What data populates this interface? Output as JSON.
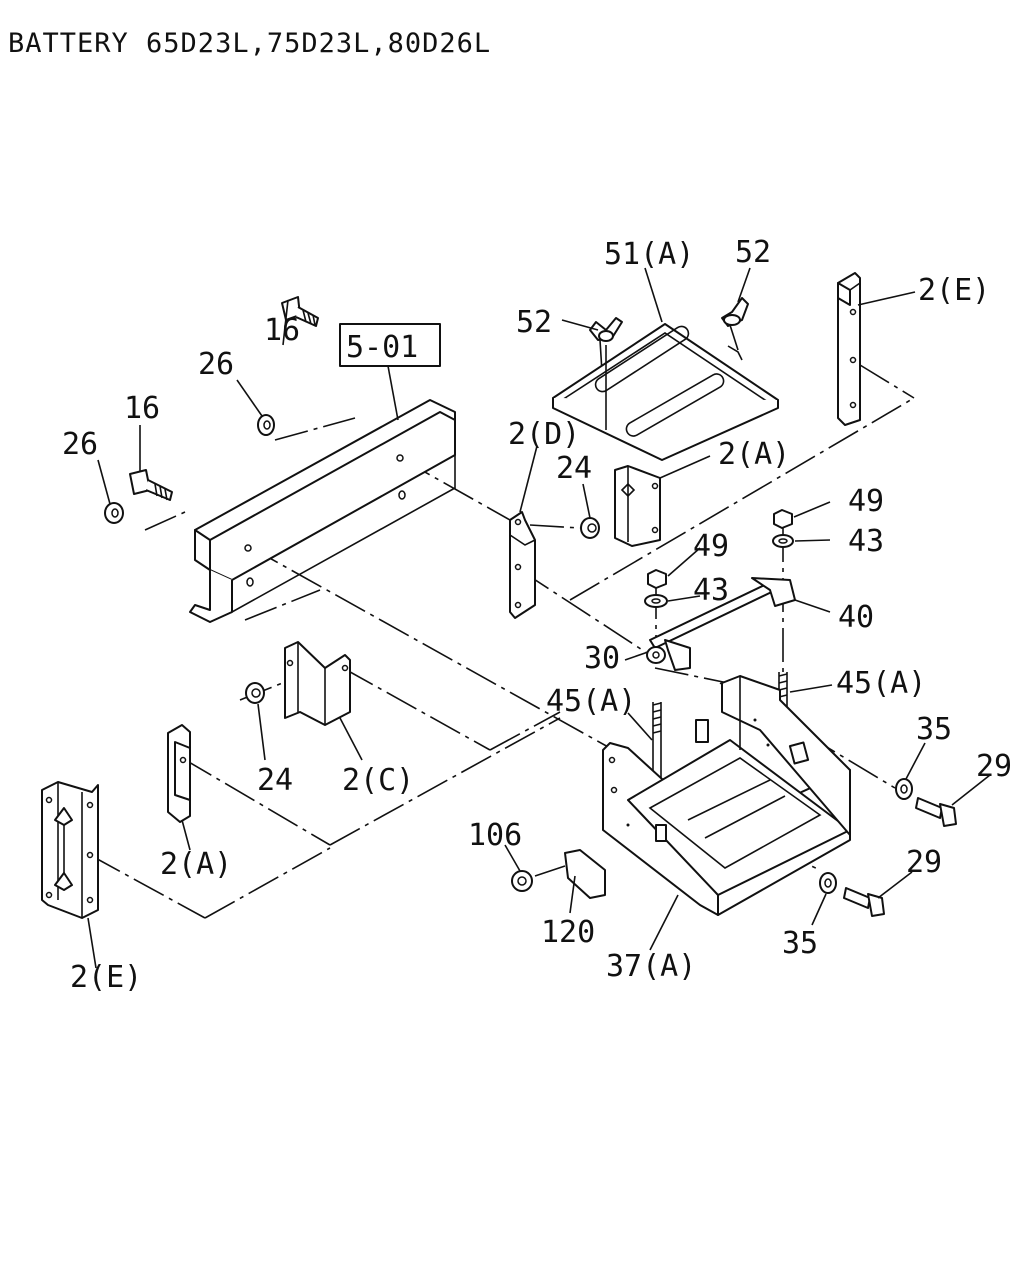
{
  "title": "BATTERY 65D23L,75D23L,80D26L",
  "ref_box": "5-01",
  "callouts": {
    "c51A": "51(A)",
    "c52a": "52",
    "c52b": "52",
    "c2E_top": "2(E)",
    "c16a": "16",
    "c26a": "26",
    "c16b": "16",
    "c26b": "26",
    "c2D": "2(D)",
    "c24a": "24",
    "c2A_top": "2(A)",
    "c49a": "49",
    "c43a": "43",
    "c49b": "49",
    "c43b": "43",
    "c40": "40",
    "c30": "30",
    "c45A_right": "45(A)",
    "c45A_left": "45(A)",
    "c35a": "35",
    "c29a": "29",
    "c24b": "24",
    "c2C": "2(C)",
    "c2A_left": "2(A)",
    "c106": "106",
    "c120": "120",
    "c37A": "37(A)",
    "c29b": "29",
    "c35b": "35",
    "c2E_bottom": "2(E)"
  }
}
